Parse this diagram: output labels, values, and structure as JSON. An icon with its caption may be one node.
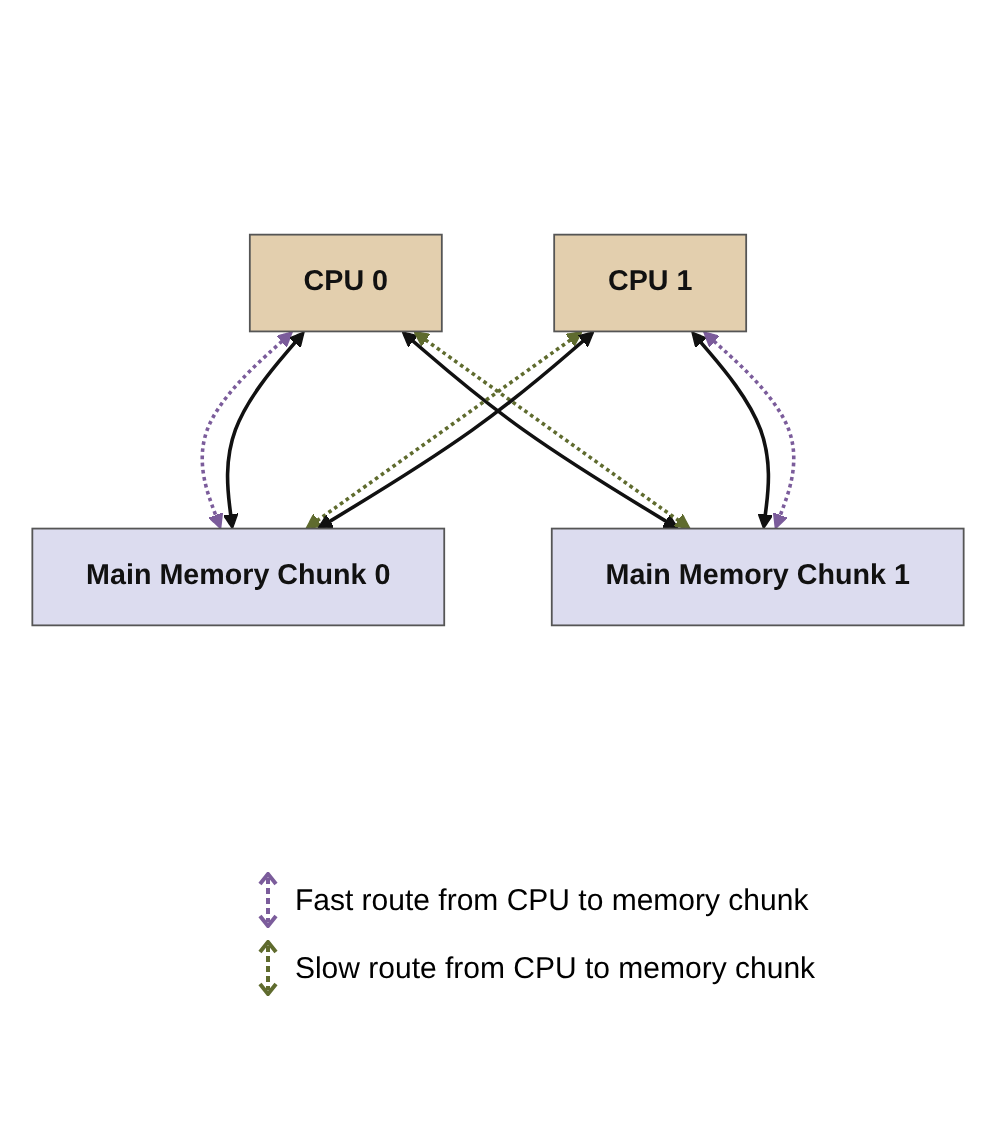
{
  "diagram": {
    "nodes": [
      {
        "text": [
          "CPU 0"
        ]
      },
      {
        "text": [
          "CPU 1"
        ]
      },
      {
        "text": [
          "Main Memory Chunk 0"
        ]
      },
      {
        "text": [
          "Main Memory Chunk 1"
        ]
      }
    ],
    "edges": [
      {
        "from": 0,
        "to": 2,
        "arrow": "both",
        "style": "dashed",
        "color": "#7b5c9b"
      },
      {
        "from": 0,
        "to": 2,
        "arrow": "both"
      },
      {
        "from": 0,
        "to": 3,
        "arrow": "both"
      },
      {
        "from": 0,
        "to": 3,
        "arrow": "both",
        "style": "dashed",
        "color": "#5f6b2e"
      },
      {
        "from": 1,
        "to": 2,
        "arrow": "both",
        "style": "dashed",
        "color": "#5f6b2e"
      },
      {
        "from": 1,
        "to": 2,
        "arrow": "both"
      },
      {
        "from": 1,
        "to": 3,
        "arrow": "both"
      },
      {
        "from": 1,
        "to": 3,
        "arrow": "both",
        "style": "dashed",
        "color": "#7b5c9b"
      }
    ],
    "legend": [
      {
        "text": "Fast route from CPU to memory chunk"
      },
      {
        "text": "Slow route from CPU to memory chunk"
      }
    ]
  }
}
